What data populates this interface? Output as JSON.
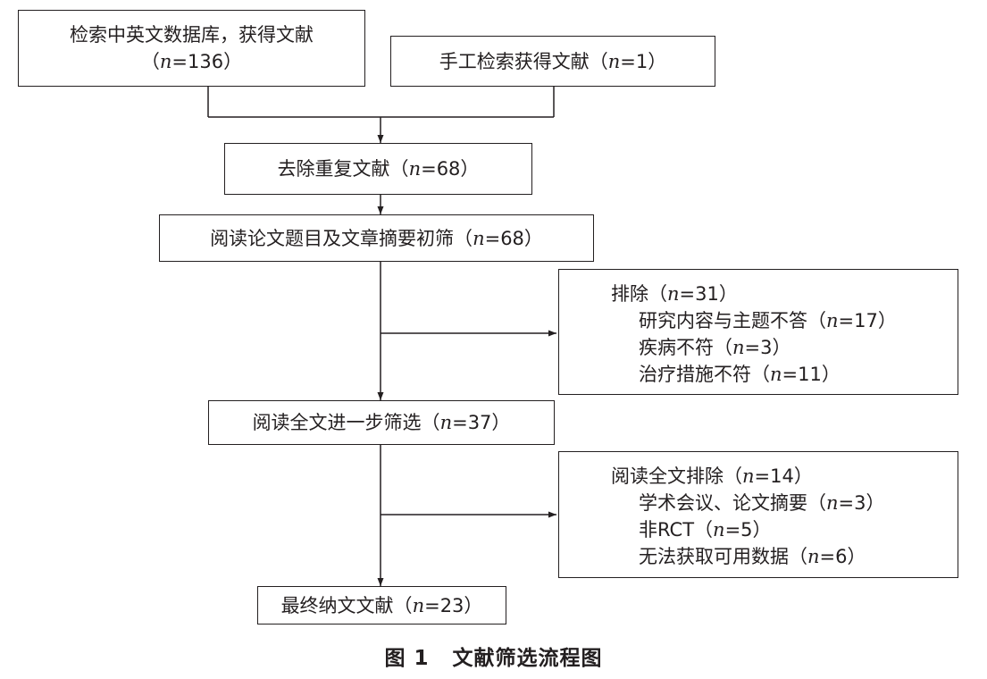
{
  "boxes": {
    "search_db": {
      "line1": "检索中英文数据库，获得文献",
      "count_pre": "（",
      "n": "n",
      "count_post": "=136）"
    },
    "manual": {
      "text_pre": "手工检索获得文献（",
      "n": "n",
      "text_post": "=1）"
    },
    "dedup": {
      "text_pre": "去除重复文献（",
      "n": "n",
      "text_post": "=68）"
    },
    "title_abs": {
      "text_pre": "阅读论文题目及文章摘要初筛（",
      "n": "n",
      "text_post": "=68）"
    },
    "fulltext": {
      "text_pre": "阅读全文进一步筛选（",
      "n": "n",
      "text_post": "=37）"
    },
    "final": {
      "text_pre": "最终纳文文献（",
      "n": "n",
      "text_post": "=23）"
    }
  },
  "exclusions": {
    "first": {
      "head": {
        "pre": "排除（",
        "n": "n",
        "post": "=31）"
      },
      "items": [
        {
          "pre": "研究内容与主题不答（",
          "n": "n",
          "post": "=17）"
        },
        {
          "pre": "疾病不符（",
          "n": "n",
          "post": "=3）"
        },
        {
          "pre": "治疗措施不符（",
          "n": "n",
          "post": "=11）"
        }
      ]
    },
    "second": {
      "head": {
        "pre": "阅读全文排除（",
        "n": "n",
        "post": "=14）"
      },
      "items": [
        {
          "pre": "学术会议、论文摘要（",
          "n": "n",
          "post": "=3）"
        },
        {
          "pre": "非RCT（",
          "n": "n",
          "post": "=5）"
        },
        {
          "pre": "无法获取可用数据（",
          "n": "n",
          "post": "=6）"
        }
      ]
    }
  },
  "caption": {
    "number": "图 1",
    "title": "文献筛选流程图"
  }
}
